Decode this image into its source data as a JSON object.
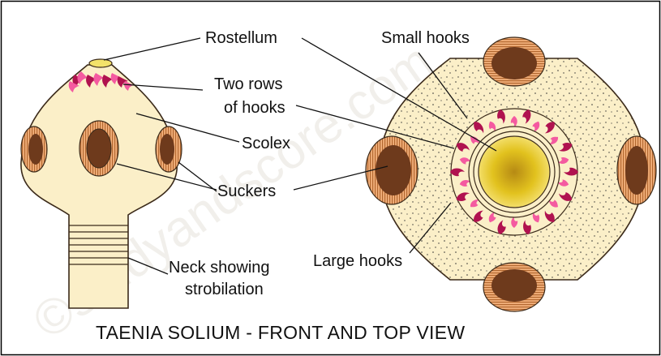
{
  "labels": {
    "rostellum": "Rostellum",
    "two_rows_line1": "Two rows",
    "two_rows_line2": "of hooks",
    "scolex": "Scolex",
    "suckers": "Suckers",
    "neck_line1": "Neck showing",
    "neck_line2": "strobilation",
    "small_hooks": "Small hooks",
    "large_hooks": "Large hooks"
  },
  "caption": "TAENIA SOLIUM - FRONT AND TOP VIEW",
  "watermark": "©studyandscore.com",
  "colors": {
    "body_fill": "#fbefc8",
    "sucker_dark": "#6e3a1c",
    "sucker_ring": "#c97e4a",
    "large_hook": "#b0124f",
    "small_hook": "#f45aa0",
    "rostellum_core": "#e3c21f"
  }
}
